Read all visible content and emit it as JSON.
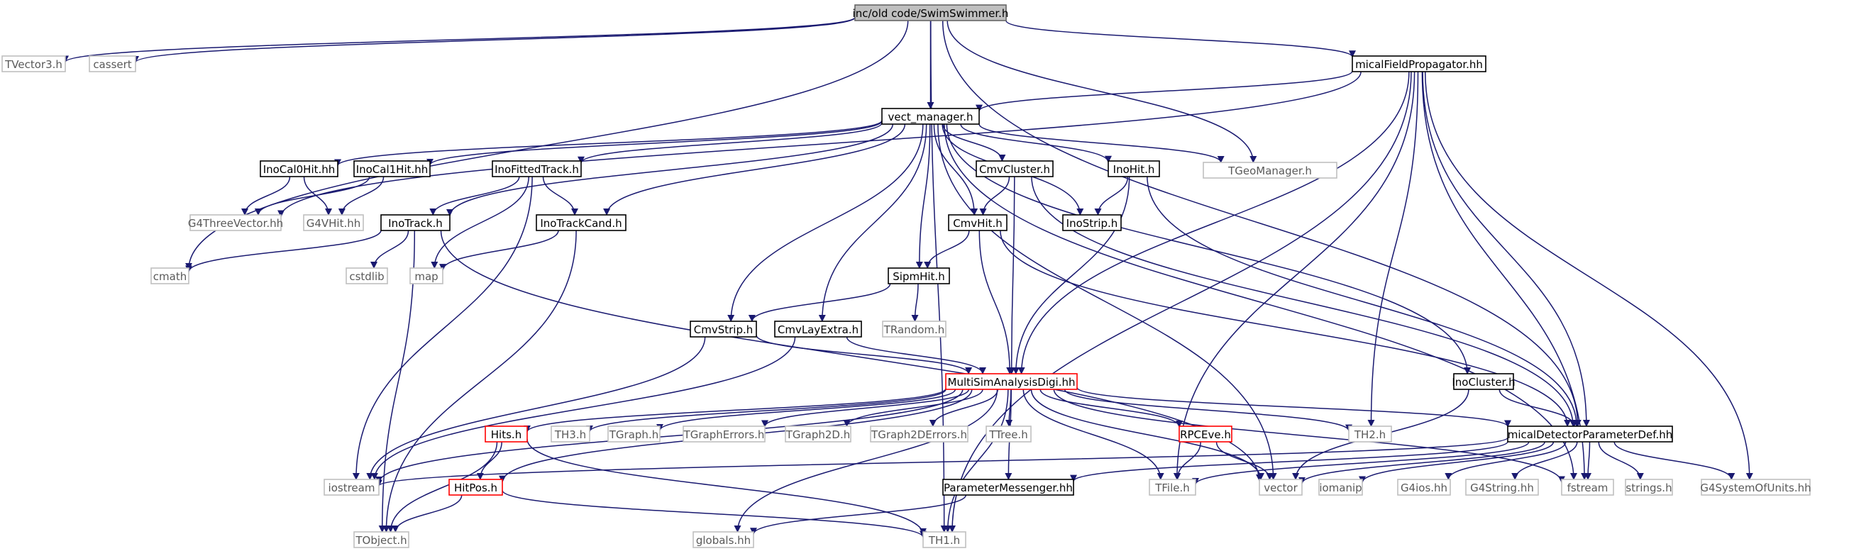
{
  "diagram": {
    "type": "include-dependency-graph",
    "colors": {
      "edge": "#191970",
      "root_fill": "#bfbfbf",
      "documented_border": "#000000",
      "has_children_border": "#ff0000",
      "external_border": "#bfbfbf"
    },
    "nodes": [
      {
        "id": "swim",
        "label": "inc/old code/SwimSwimmer.h",
        "style": "root"
      },
      {
        "id": "tvector3",
        "label": "TVector3.h",
        "style": "gray"
      },
      {
        "id": "cassert",
        "label": "cassert",
        "style": "gray"
      },
      {
        "id": "cmath",
        "label": "cmath",
        "style": "gray"
      },
      {
        "id": "vect",
        "label": "vect_manager.h",
        "style": "black"
      },
      {
        "id": "tgeo",
        "label": "TGeoManager.h",
        "style": "gray"
      },
      {
        "id": "mfp",
        "label": "micalFieldPropagator.hh",
        "style": "black"
      },
      {
        "id": "mdpd",
        "label": "micalDetectorParameterDef.hh",
        "style": "black"
      },
      {
        "id": "th1",
        "label": "TH1.h",
        "style": "gray"
      },
      {
        "id": "g4three",
        "label": "G4ThreeVector.hh",
        "style": "gray"
      },
      {
        "id": "msad",
        "label": "MultiSimAnalysisDigi.hh",
        "style": "red"
      },
      {
        "id": "tfile",
        "label": "TFile.h",
        "style": "gray"
      },
      {
        "id": "th2",
        "label": "TH2.h",
        "style": "gray"
      },
      {
        "id": "fstream",
        "label": "fstream",
        "style": "gray"
      },
      {
        "id": "g4sys",
        "label": "G4SystemOfUnits.hh",
        "style": "gray"
      },
      {
        "id": "ical0",
        "label": "InoCal0Hit.hh",
        "style": "black"
      },
      {
        "id": "ical1",
        "label": "InoCal1Hit.hh",
        "style": "black"
      },
      {
        "id": "ifit",
        "label": "InoFittedTrack.h",
        "style": "black"
      },
      {
        "id": "cmvcl",
        "label": "CmvCluster.h",
        "style": "black"
      },
      {
        "id": "inohit",
        "label": "InoHit.h",
        "style": "black"
      },
      {
        "id": "g4vhit",
        "label": "G4VHit.hh",
        "style": "gray"
      },
      {
        "id": "inotrack",
        "label": "InoTrack.h",
        "style": "black"
      },
      {
        "id": "itcand",
        "label": "InoTrackCand.h",
        "style": "black"
      },
      {
        "id": "cmvhit",
        "label": "CmvHit.h",
        "style": "black"
      },
      {
        "id": "inostrip",
        "label": "InoStrip.h",
        "style": "black"
      },
      {
        "id": "cstdlib",
        "label": "cstdlib",
        "style": "gray"
      },
      {
        "id": "map",
        "label": "map",
        "style": "gray"
      },
      {
        "id": "sipm",
        "label": "SipmHit.h",
        "style": "black"
      },
      {
        "id": "trandom",
        "label": "TRandom.h",
        "style": "gray"
      },
      {
        "id": "cmvstrip",
        "label": "CmvStrip.h",
        "style": "black"
      },
      {
        "id": "cmvlay",
        "label": "CmvLayExtra.h",
        "style": "black"
      },
      {
        "id": "inocl",
        "label": "InoCluster.h",
        "style": "black"
      },
      {
        "id": "hits",
        "label": "Hits.h",
        "style": "red"
      },
      {
        "id": "th3",
        "label": "TH3.h",
        "style": "gray"
      },
      {
        "id": "tgraph",
        "label": "TGraph.h",
        "style": "gray"
      },
      {
        "id": "tgrerr",
        "label": "TGraphErrors.h",
        "style": "gray"
      },
      {
        "id": "tgr2d",
        "label": "TGraph2D.h",
        "style": "gray"
      },
      {
        "id": "tgr2derr",
        "label": "TGraph2DErrors.h",
        "style": "gray"
      },
      {
        "id": "ttree",
        "label": "TTree.h",
        "style": "gray"
      },
      {
        "id": "rpceve",
        "label": "RPCEve.h",
        "style": "red"
      },
      {
        "id": "iostream",
        "label": "iostream",
        "style": "gray"
      },
      {
        "id": "hitpos",
        "label": "HitPos.h",
        "style": "red"
      },
      {
        "id": "parmsg",
        "label": "ParameterMessenger.hh",
        "style": "black"
      },
      {
        "id": "vector",
        "label": "vector",
        "style": "gray"
      },
      {
        "id": "iomanip",
        "label": "iomanip",
        "style": "gray"
      },
      {
        "id": "g4ios",
        "label": "G4ios.hh",
        "style": "gray"
      },
      {
        "id": "g4string",
        "label": "G4String.hh",
        "style": "gray"
      },
      {
        "id": "strings",
        "label": "strings.h",
        "style": "gray"
      },
      {
        "id": "tobject",
        "label": "TObject.h",
        "style": "gray"
      },
      {
        "id": "globals",
        "label": "globals.hh",
        "style": "gray"
      }
    ],
    "edges": [
      [
        "swim",
        "tvector3"
      ],
      [
        "swim",
        "cassert"
      ],
      [
        "swim",
        "cmath"
      ],
      [
        "swim",
        "vect"
      ],
      [
        "swim",
        "tgeo"
      ],
      [
        "swim",
        "mfp"
      ],
      [
        "swim",
        "mdpd"
      ],
      [
        "swim",
        "th1"
      ],
      [
        "mfp",
        "vect"
      ],
      [
        "mfp",
        "g4three"
      ],
      [
        "mfp",
        "msad"
      ],
      [
        "mfp",
        "tfile"
      ],
      [
        "mfp",
        "th2"
      ],
      [
        "mfp",
        "mdpd"
      ],
      [
        "mfp",
        "fstream"
      ],
      [
        "mfp",
        "g4sys"
      ],
      [
        "mfp",
        "th1"
      ],
      [
        "vect",
        "ical0"
      ],
      [
        "vect",
        "ical1"
      ],
      [
        "vect",
        "ifit"
      ],
      [
        "vect",
        "cmvcl"
      ],
      [
        "vect",
        "inohit"
      ],
      [
        "vect",
        "tgeo"
      ],
      [
        "vect",
        "inotrack"
      ],
      [
        "vect",
        "itcand"
      ],
      [
        "vect",
        "cmvhit"
      ],
      [
        "vect",
        "inostrip"
      ],
      [
        "vect",
        "sipm"
      ],
      [
        "vect",
        "cmvstrip"
      ],
      [
        "vect",
        "cmvlay"
      ],
      [
        "vect",
        "inocl"
      ],
      [
        "vect",
        "vector"
      ],
      [
        "vect",
        "fstream"
      ],
      [
        "ical0",
        "g4three"
      ],
      [
        "ical0",
        "g4vhit"
      ],
      [
        "ical1",
        "g4three"
      ],
      [
        "ical1",
        "g4vhit"
      ],
      [
        "ifit",
        "inotrack"
      ],
      [
        "ifit",
        "itcand"
      ],
      [
        "ifit",
        "map"
      ],
      [
        "ifit",
        "iostream"
      ],
      [
        "inotrack",
        "cmath"
      ],
      [
        "inotrack",
        "cstdlib"
      ],
      [
        "inotrack",
        "tobject"
      ],
      [
        "inotrack",
        "vector"
      ],
      [
        "itcand",
        "map"
      ],
      [
        "itcand",
        "tobject"
      ],
      [
        "cmvcl",
        "cmvhit"
      ],
      [
        "cmvcl",
        "msad"
      ],
      [
        "cmvcl",
        "mdpd"
      ],
      [
        "inohit",
        "inostrip"
      ],
      [
        "inohit",
        "msad"
      ],
      [
        "inohit",
        "mdpd"
      ],
      [
        "cmvhit",
        "sipm"
      ],
      [
        "cmvhit",
        "msad"
      ],
      [
        "cmvhit",
        "mdpd"
      ],
      [
        "sipm",
        "cmvstrip"
      ],
      [
        "sipm",
        "trandom"
      ],
      [
        "cmvstrip",
        "msad"
      ],
      [
        "cmvstrip",
        "iostream"
      ],
      [
        "cmvlay",
        "msad"
      ],
      [
        "cmvlay",
        "iostream"
      ],
      [
        "inocl",
        "mdpd"
      ],
      [
        "inocl",
        "vector"
      ],
      [
        "msad",
        "iostream"
      ],
      [
        "msad",
        "hits"
      ],
      [
        "msad",
        "hitpos"
      ],
      [
        "msad",
        "th3"
      ],
      [
        "msad",
        "tgraph"
      ],
      [
        "msad",
        "tgrerr"
      ],
      [
        "msad",
        "tgr2d"
      ],
      [
        "msad",
        "tgr2derr"
      ],
      [
        "msad",
        "ttree"
      ],
      [
        "msad",
        "parmsg"
      ],
      [
        "msad",
        "rpceve"
      ],
      [
        "msad",
        "tfile"
      ],
      [
        "msad",
        "vector"
      ],
      [
        "msad",
        "th2"
      ],
      [
        "msad",
        "mdpd"
      ],
      [
        "msad",
        "th1"
      ],
      [
        "msad",
        "fstream"
      ],
      [
        "msad",
        "globals"
      ],
      [
        "hits",
        "hitpos"
      ],
      [
        "hits",
        "tobject"
      ],
      [
        "hits",
        "th1"
      ],
      [
        "hitpos",
        "tobject"
      ],
      [
        "hitpos",
        "th1"
      ],
      [
        "rpceve",
        "tfile"
      ],
      [
        "rpceve",
        "vector"
      ],
      [
        "parmsg",
        "globals"
      ],
      [
        "mdpd",
        "iostream"
      ],
      [
        "mdpd",
        "parmsg"
      ],
      [
        "mdpd",
        "tfile"
      ],
      [
        "mdpd",
        "vector"
      ],
      [
        "mdpd",
        "iomanip"
      ],
      [
        "mdpd",
        "g4ios"
      ],
      [
        "mdpd",
        "g4string"
      ],
      [
        "mdpd",
        "fstream"
      ],
      [
        "mdpd",
        "strings"
      ],
      [
        "mdpd",
        "g4sys"
      ]
    ]
  }
}
